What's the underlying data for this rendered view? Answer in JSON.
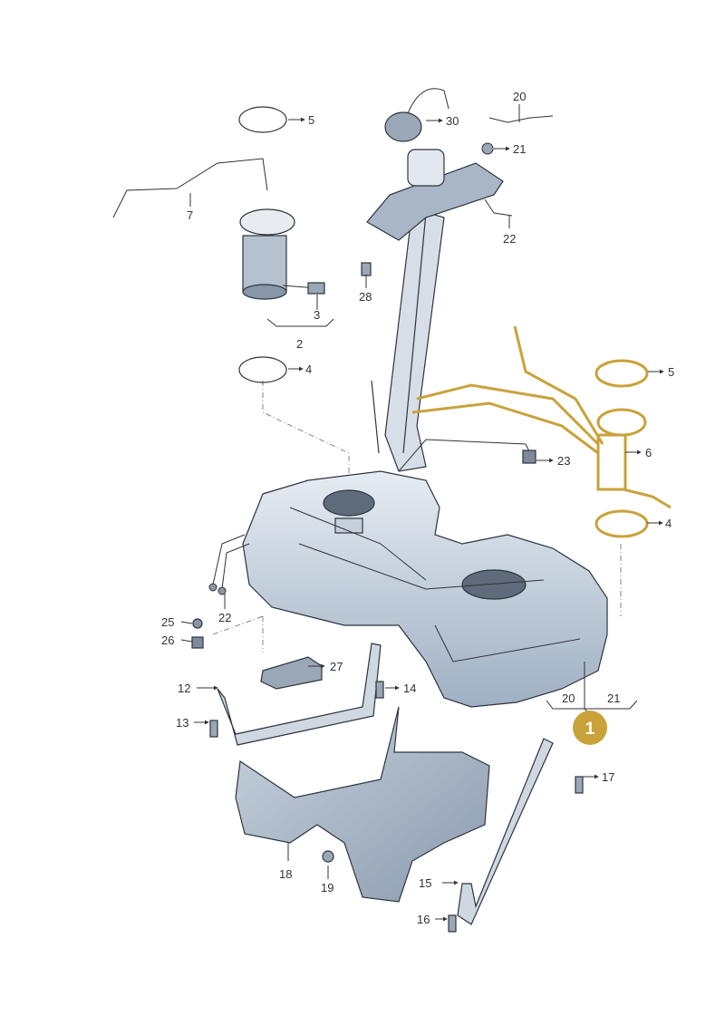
{
  "diagram": {
    "badge": {
      "label": "1",
      "color": "#c9a23a"
    },
    "colors": {
      "part_fill": "#bcc8d6",
      "part_dark": "#8796a8",
      "highlight": "#c9a23a"
    },
    "callouts": {
      "c5a": "5",
      "c30": "30",
      "c20a": "20",
      "c21a": "21",
      "c7": "7",
      "c22a": "22",
      "c28": "28",
      "c3": "3",
      "c2": "2",
      "c4a": "4",
      "c5b": "5",
      "c6": "6",
      "c23": "23",
      "c4b": "4",
      "c22b": "22",
      "c25": "25",
      "c26": "26",
      "c27": "27",
      "c12": "12",
      "c14": "14",
      "c13": "13",
      "c20b": "20",
      "c21b": "21",
      "c17": "17",
      "c18": "18",
      "c19": "19",
      "c15": "15",
      "c16": "16"
    }
  }
}
